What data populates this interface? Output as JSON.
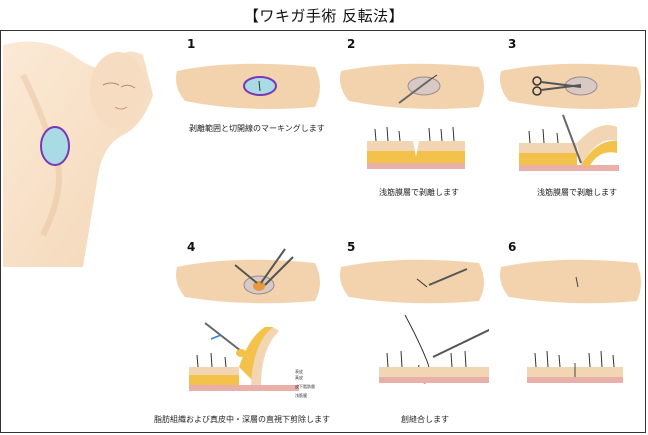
{
  "title": "【ワキガ手術 反転法】",
  "steps": [
    {
      "num": "1",
      "caption": "剥離範囲と切開線のマーキングします"
    },
    {
      "num": "2",
      "caption": "浅筋膜層で剥離します"
    },
    {
      "num": "3",
      "caption": "浅筋膜層で剥離します"
    },
    {
      "num": "4",
      "caption": "脂肪組織および真皮中・深層の直視下剪除します"
    },
    {
      "num": "5",
      "caption": "創縫合します"
    },
    {
      "num": "6",
      "caption": ""
    }
  ],
  "legend": [
    "表皮",
    "真皮",
    "皮下脂肪層",
    "浅筋膜"
  ],
  "colors": {
    "skin": "#f5d8b4",
    "fat": "#f3c24a",
    "marking": "#7a37b6",
    "marking_fill": "#a9dbe4"
  }
}
